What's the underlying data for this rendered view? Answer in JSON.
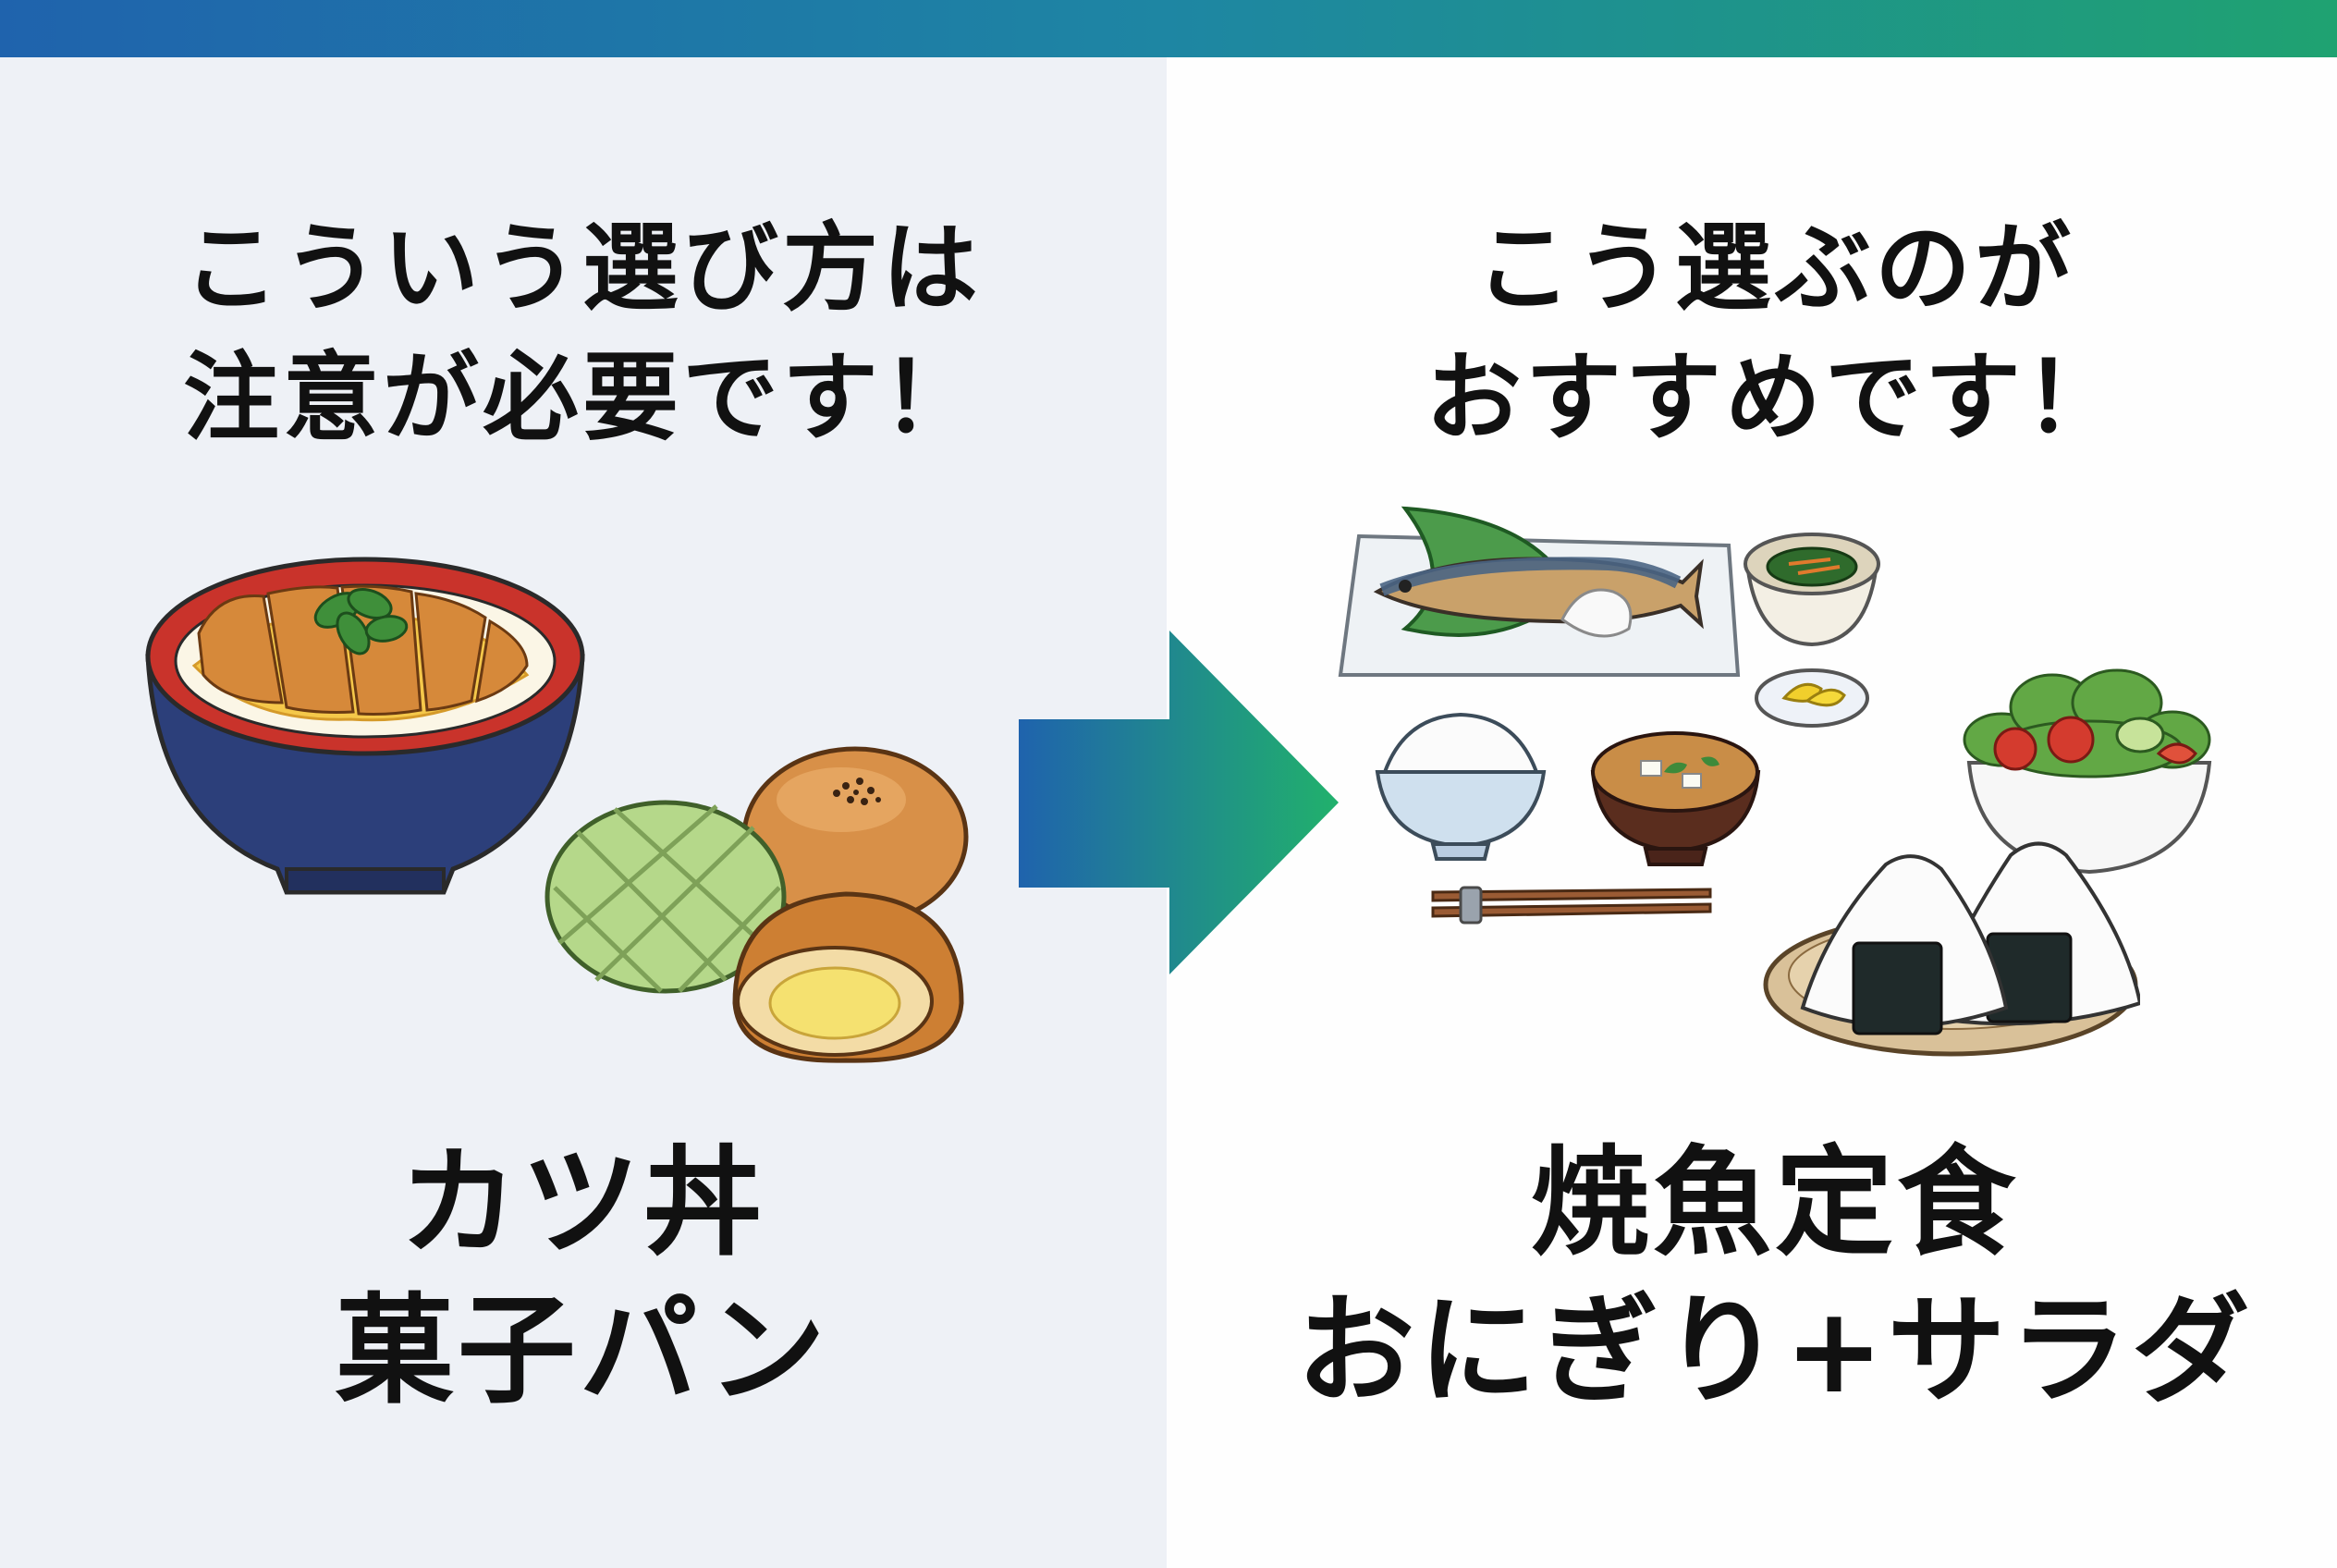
{
  "left": {
    "headline": [
      "こういう選び方は",
      "注意が必要です！"
    ],
    "caption": [
      "カツ丼",
      "菓子パン"
    ]
  },
  "right": {
    "headline": [
      "こう選ぶのが",
      "おすすめです！"
    ],
    "caption": [
      "焼魚定食",
      "おにぎり+サラダ"
    ]
  },
  "colors": {
    "top_bar": [
      "#1f63ad",
      "#1fa271"
    ],
    "left_bg": "#eef1f6",
    "right_bg": "#fefefe",
    "arrow": [
      "#1f63ad",
      "#21b16c"
    ]
  },
  "icons": {
    "left": [
      "katsudon-bowl-icon",
      "melon-pan-icon",
      "anpan-icon",
      "cream-pan-icon"
    ],
    "right": [
      "grilled-fish-plate-icon",
      "spinach-side-dish-icon",
      "pickles-dish-icon",
      "rice-bowl-icon",
      "miso-soup-icon",
      "chopsticks-icon",
      "salad-bowl-icon",
      "onigiri-plate-icon"
    ],
    "center": "right-arrow-icon"
  }
}
